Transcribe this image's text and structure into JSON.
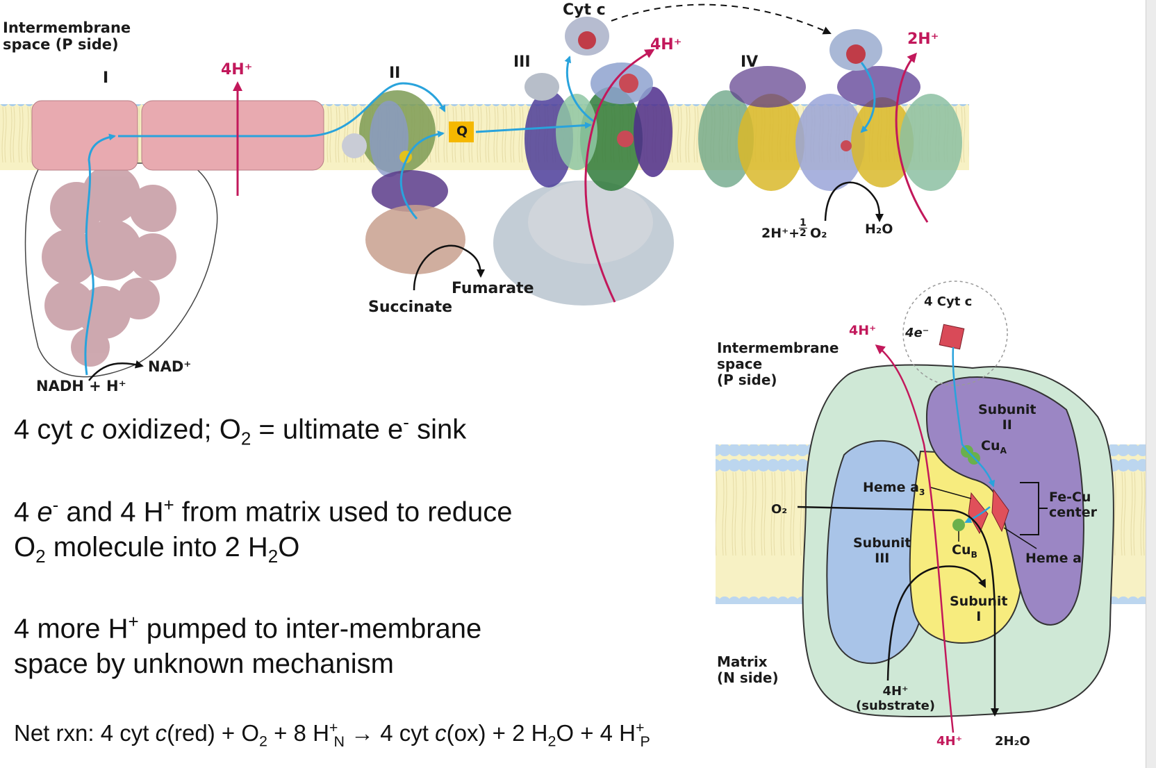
{
  "top": {
    "ims_line1": "Intermembrane",
    "ims_line2": "space (P side)",
    "complex_I": "I",
    "complex_II": "II",
    "complex_III": "III",
    "complex_IV": "IV",
    "h4_I": "4H⁺",
    "h4_III": "4H⁺",
    "h2_IV": "2H⁺",
    "q": "Q",
    "cytc": "Cyt c",
    "nadh": "NADH + H⁺",
    "nad": "NAD⁺",
    "succinate": "Succinate",
    "fumarate": "Fumarate",
    "rxn_left": "2H⁺+",
    "half_num": "1",
    "half_den": "2",
    "o2": "O₂",
    "h2o": "H₂O"
  },
  "text": {
    "l1_a": "4 cyt ",
    "l1_b": "c",
    "l1_c": " oxidized; O",
    "l1_d": "2",
    "l1_e": " = ultimate e",
    "l1_f": "-",
    "l1_g": " sink",
    "l2_a": "4 ",
    "l2_b": "e",
    "l2_c": "-",
    "l2_d": " and 4 H",
    "l2_e": "+",
    "l2_f": " from matrix used to reduce",
    "l3_a": "O",
    "l3_b": "2",
    "l3_c": " molecule into 2 H",
    "l3_d": "2",
    "l3_e": "O",
    "l4_a": "4 more H",
    "l4_b": "+",
    "l4_c": " pumped to inter-membrane",
    "l5": "space by unknown mechanism",
    "net_a": "Net rxn: 4 cyt ",
    "net_b": "c",
    "net_c": "(red) + O",
    "net_d": "2",
    "net_e": " + 8 H",
    "net_f": "+",
    "net_g": "N",
    "net_h": " → 4 cyt ",
    "net_i": "c",
    "net_j": "(ox) + 2 H",
    "net_k": "2",
    "net_l": "O + 4 H",
    "net_m": "+",
    "net_n": "P"
  },
  "detail": {
    "ims_1": "Intermembrane",
    "ims_2": "space",
    "ims_3": "(P side)",
    "cytc4": "4 Cyt c",
    "e4": "4e⁻",
    "h4_top": "4H⁺",
    "subunit_II_1": "Subunit",
    "subunit_II_2": "II",
    "cua": "Cu",
    "cua_sub": "A",
    "heme_a3": "Heme a",
    "heme_a3_sub": "3",
    "fecu_1": "Fe-Cu",
    "fecu_2": "center",
    "o2": "O₂",
    "subunit_III_1": "Subunit",
    "subunit_III_2": "III",
    "cub": "Cu",
    "cub_sub": "B",
    "heme_a": "Heme a",
    "subunit_I_1": "Subunit",
    "subunit_I_2": "I",
    "matrix_1": "Matrix",
    "matrix_2": "(N side)",
    "h4_sub_1": "4H⁺",
    "h4_sub_2": "(substrate)",
    "h4_bottom": "4H⁺",
    "h2o_2": "2H₂O"
  },
  "colors": {
    "magenta": "#c2185b",
    "blue_arrow": "#29a3dc",
    "pink_complex": "#e8aab0",
    "membrane": "#f7f1c4",
    "lipid_head": "#a9cdea",
    "green_bg": "#cfe8d6",
    "sub3_blue": "#a9c4e8",
    "sub1_yellow": "#f7ec7e",
    "sub2_purple": "#9b86c4",
    "heme_red": "#e0505a",
    "q_box": "#f5b800"
  }
}
